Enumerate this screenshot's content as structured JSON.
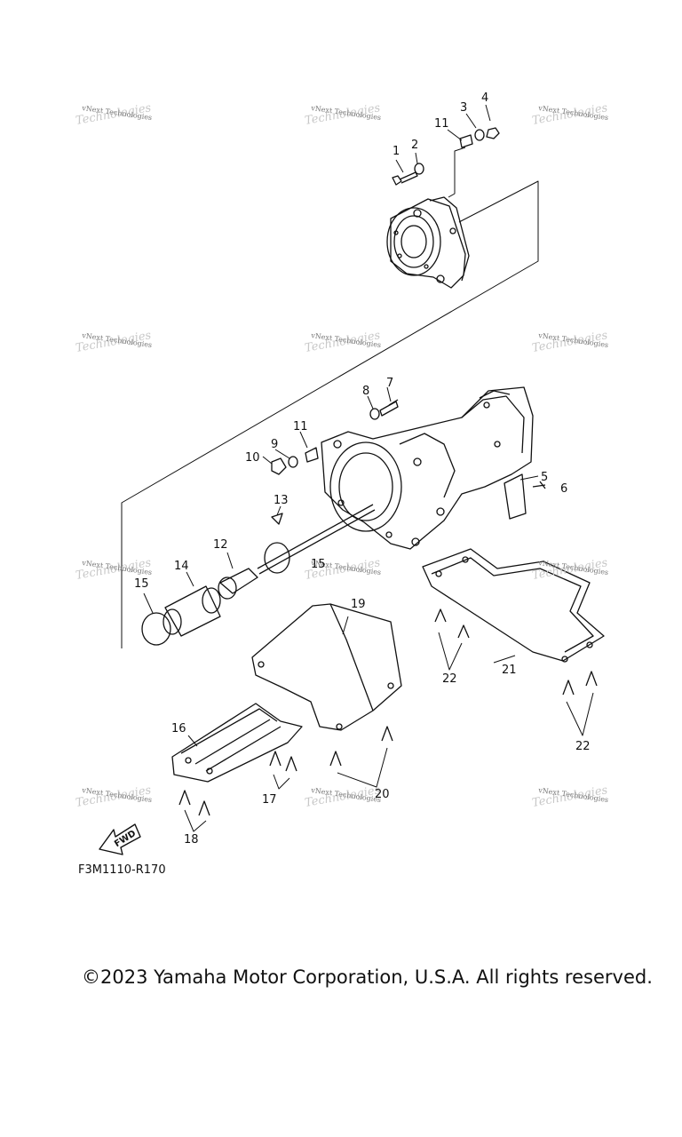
{
  "watermark": {
    "text": "vNext Technologies",
    "ghost": "Technologies"
  },
  "part_labels": [
    "1",
    "2",
    "3",
    "4",
    "5",
    "6",
    "7",
    "8",
    "9",
    "10",
    "11",
    "11",
    "12",
    "13",
    "14",
    "15",
    "15",
    "16",
    "17",
    "18",
    "19",
    "20",
    "21",
    "22",
    "22"
  ],
  "fwd_label": "FWD",
  "diagram_code": "F3M1110-R170",
  "copyright": "©2023 Yamaha Motor Corporation, U.S.A. All rights reserved."
}
